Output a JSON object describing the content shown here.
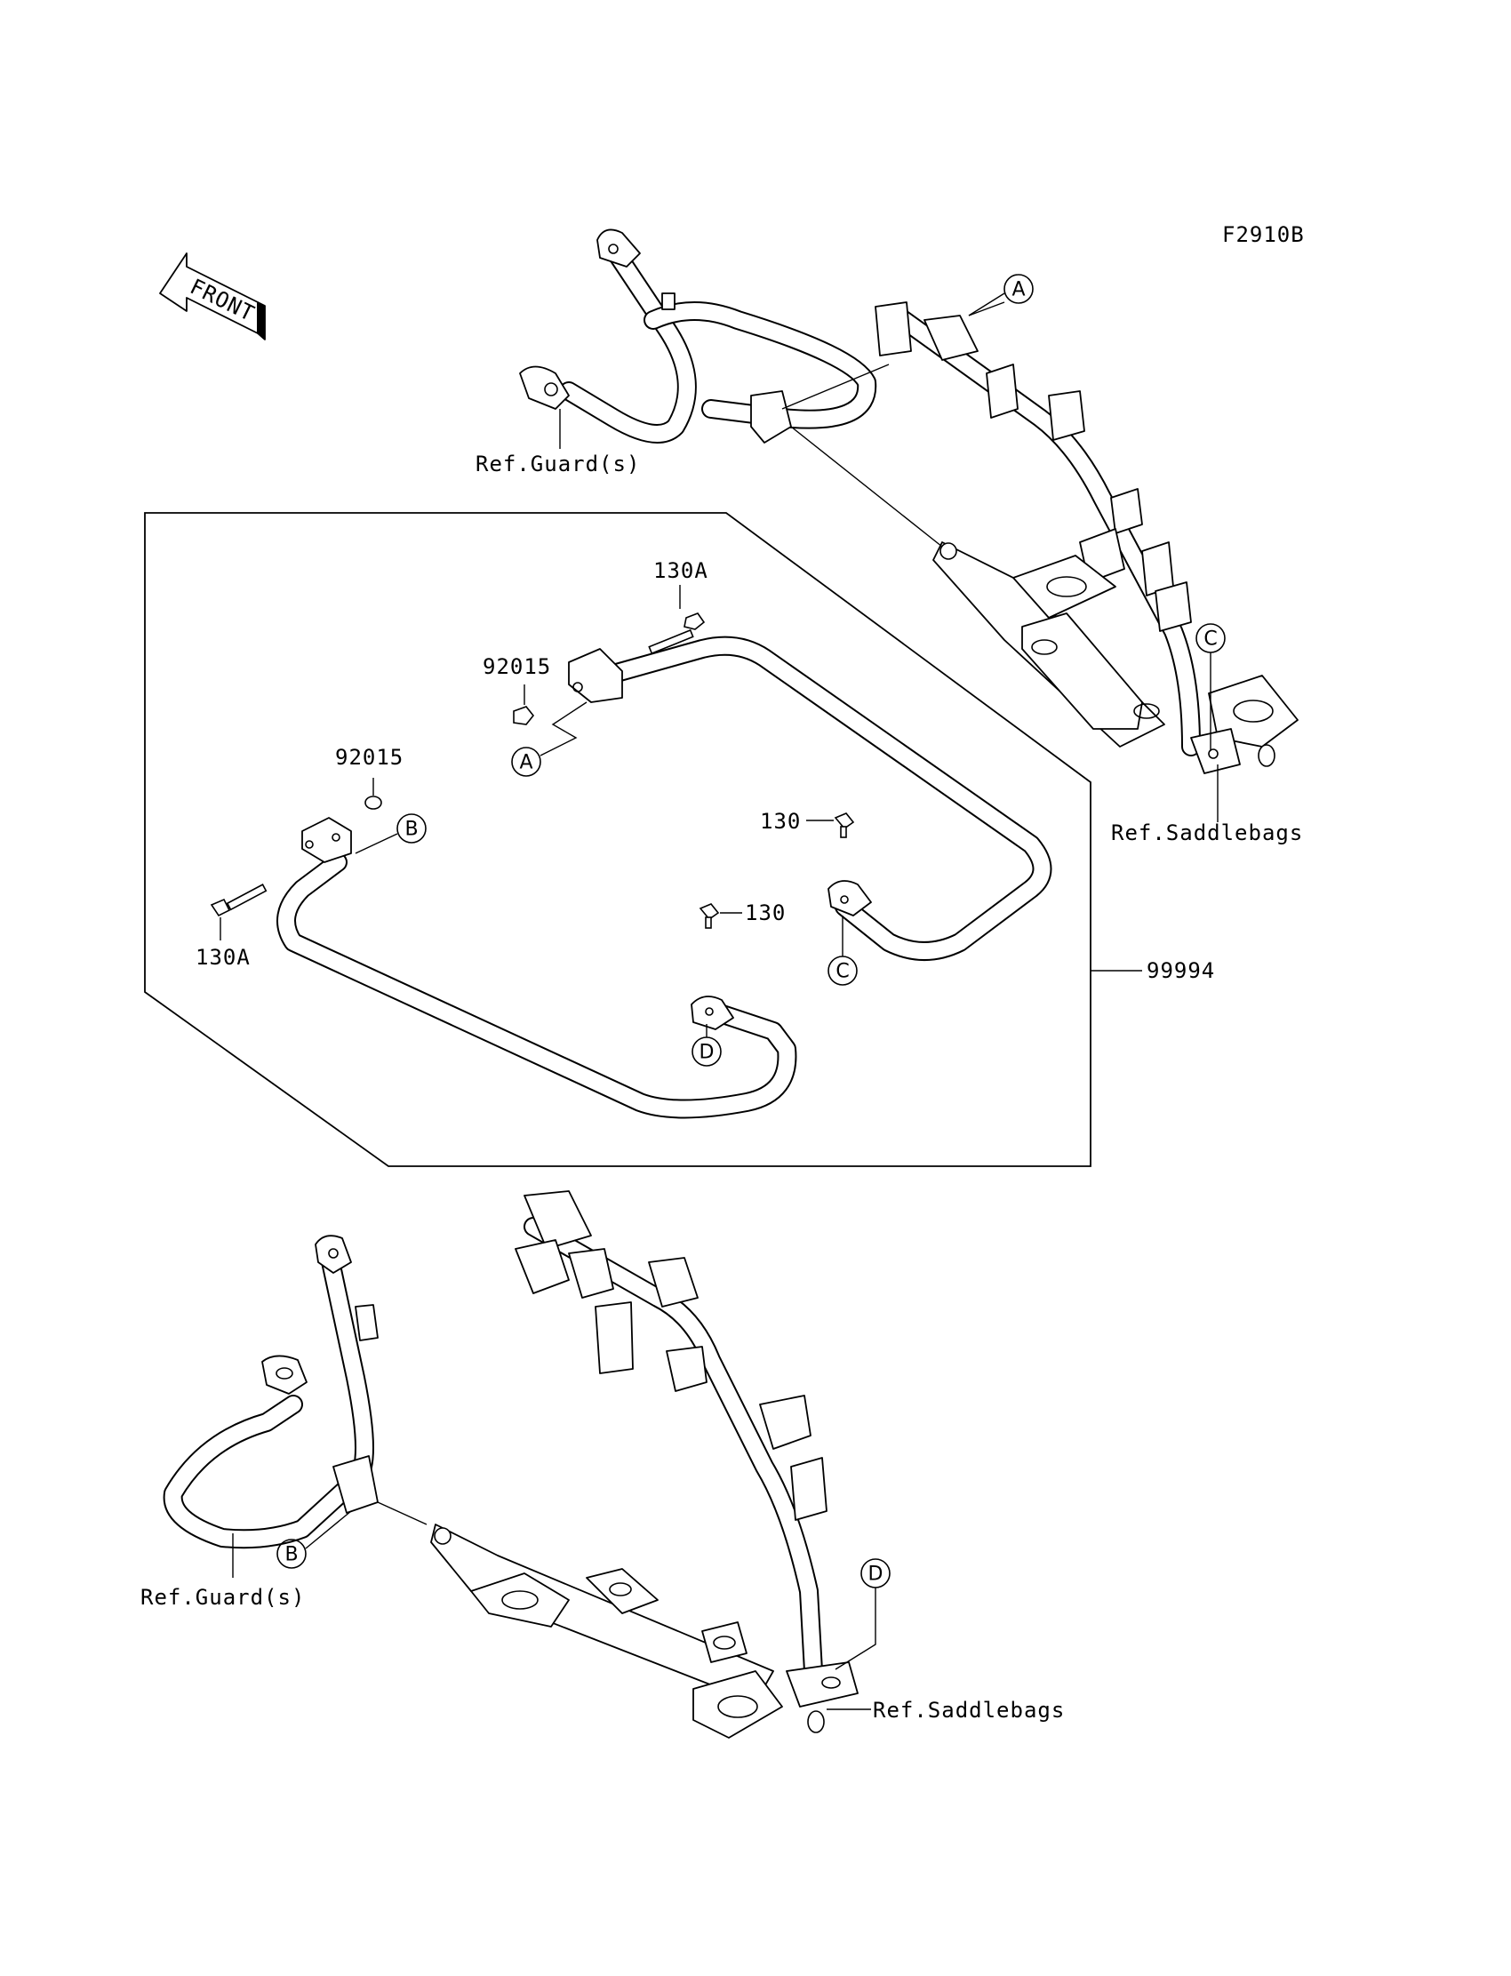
{
  "diagram_code": "F2910B",
  "front_label": "FRONT",
  "callouts": {
    "a": "A",
    "b": "B",
    "c": "C",
    "d": "D"
  },
  "parts": {
    "bolt_130a": "130A",
    "bolt_130": "130",
    "nut_92015": "92015",
    "kit_99994": "99994"
  },
  "references": {
    "guard": "Ref.Guard(s)",
    "saddlebags": "Ref.Saddlebags"
  }
}
